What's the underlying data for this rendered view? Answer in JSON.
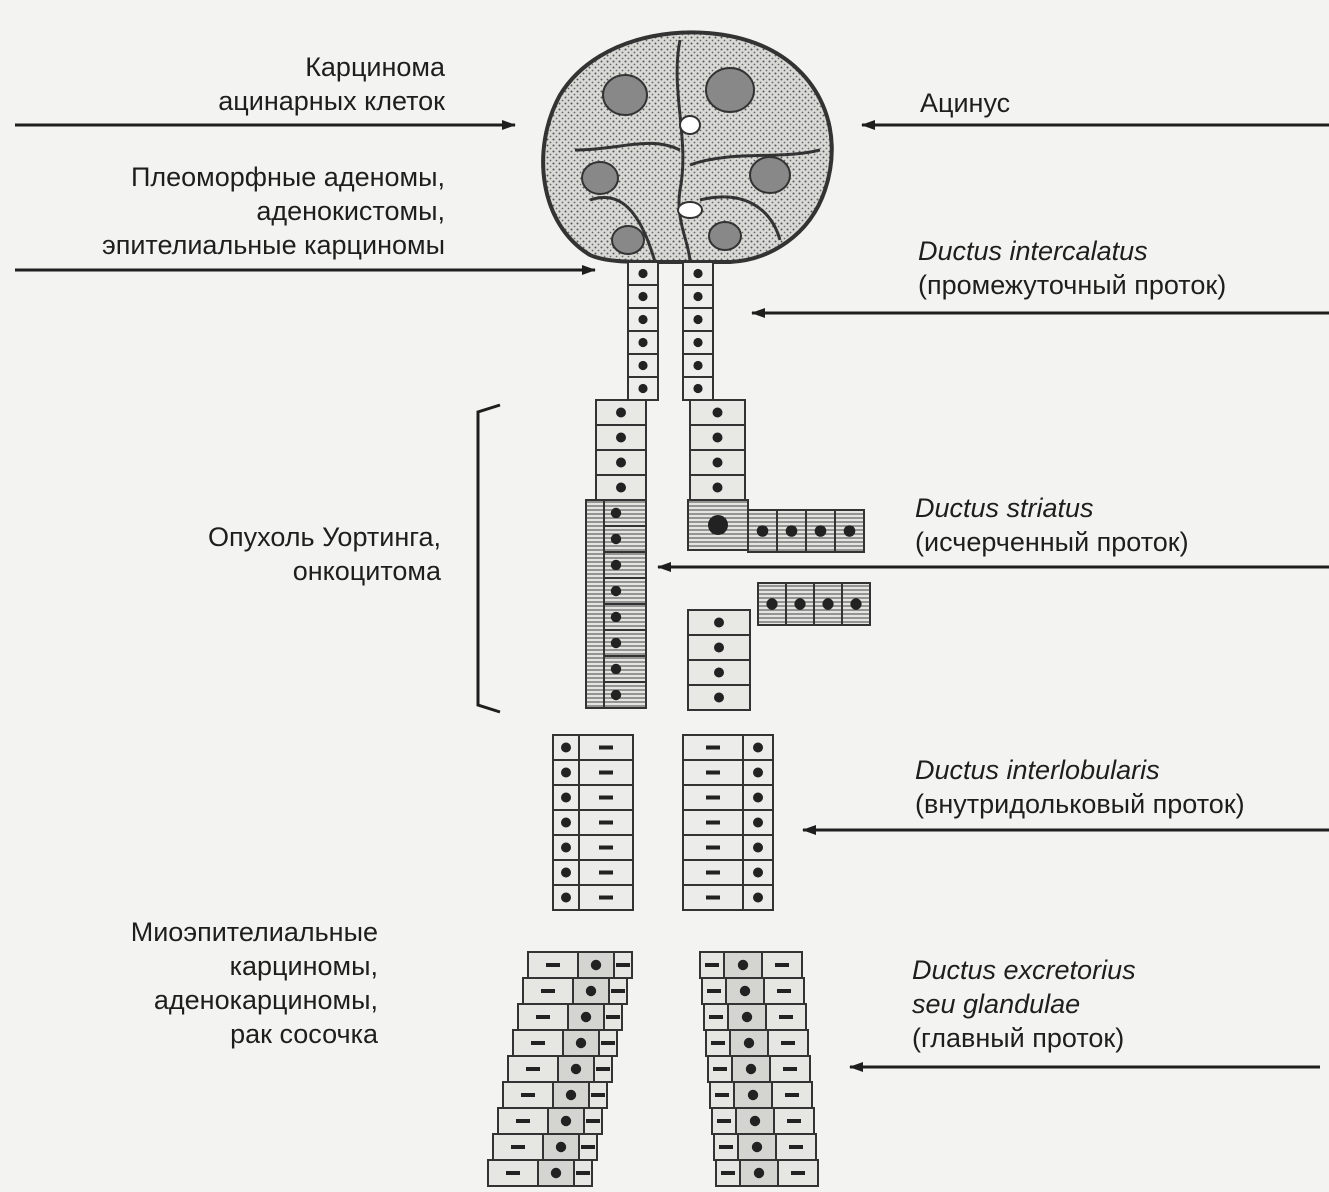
{
  "labels": {
    "acinar_carcinoma": [
      "Карцинома",
      "ацинарных клеток"
    ],
    "acinus": "Ацинус",
    "pleomorphic": [
      "Плеоморфные аденомы,",
      "аденокистомы,",
      "эпителиальные карциномы"
    ],
    "intercalatus_latin": "Ductus intercalatus",
    "intercalatus_ru": "(промежуточный проток)",
    "warthin": [
      "Опухоль Уортинга,",
      "онкоцитома"
    ],
    "striatus_latin": "Ductus striatus",
    "striatus_ru": "(исчерченный проток)",
    "interlobularis_latin": "Ductus interlobularis",
    "interlobularis_ru": "(внутридольковый проток)",
    "myoepithelial": [
      "Миоэпителиальные",
      "карциномы,",
      "аденокарциномы,",
      "рак сосочка"
    ],
    "excretorius_latin": [
      "Ductus excretorius",
      "seu glandulae"
    ],
    "excretorius_ru": "(главный проток)"
  }
}
